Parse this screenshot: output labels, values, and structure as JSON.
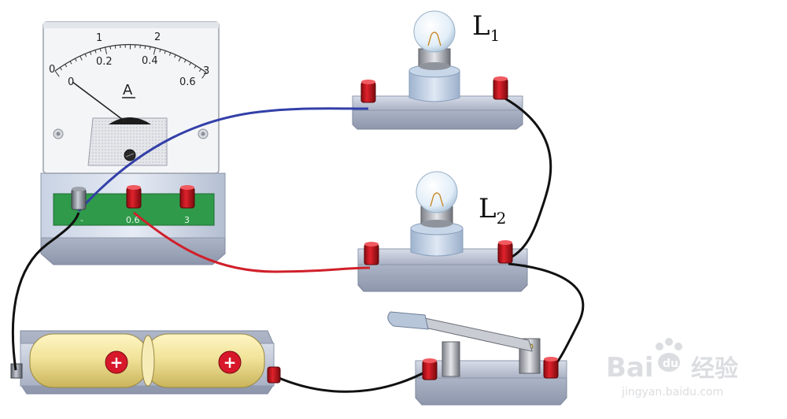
{
  "ammeter": {
    "unit": "A",
    "scale_top": [
      "0",
      "1",
      "2",
      "3"
    ],
    "scale_bottom": [
      "0",
      "0.2",
      "0.4",
      "0.6"
    ],
    "terminals": [
      "-",
      "0.6",
      "3"
    ]
  },
  "lamps": {
    "l1": {
      "letter": "L",
      "sub": "1"
    },
    "l2": {
      "letter": "L",
      "sub": "2"
    }
  },
  "battery": {
    "cell_symbol": "+"
  },
  "watermark": {
    "brand_a": "Bai",
    "brand_b": "du",
    "brand_c": "经验",
    "url": "jingyan.baidu.com"
  },
  "colors": {
    "wire_black": "#111111",
    "wire_red": "#d0202a",
    "wire_blue": "#3340a8",
    "terminal_red": "#c8101a",
    "panel_green": "#2f9a4a",
    "battery_gold": "#e8d98a"
  }
}
